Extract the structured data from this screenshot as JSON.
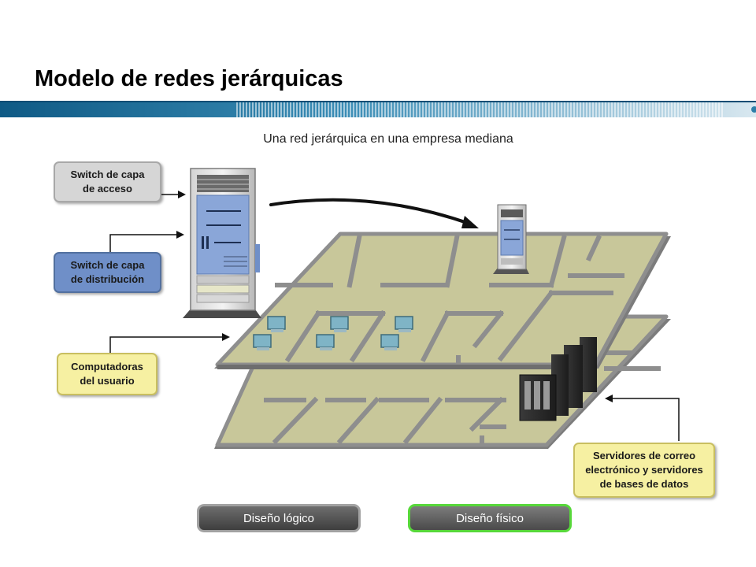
{
  "slide": {
    "title": "Modelo de redes jerárquicas"
  },
  "diagram": {
    "caption": "Una red jerárquica en una empresa mediana",
    "callouts": {
      "access_switch": "Switch de capa\nde acceso",
      "distribution_switch": "Switch de capa\nde distribución",
      "user_computers": "Computadoras\ndel usuario",
      "servers": "Servidores de correo\nelectrónico y servidores\nde bases de datos"
    }
  },
  "buttons": {
    "logical_design": "Diseño lógico",
    "physical_design": "Diseño físico"
  },
  "colors": {
    "title_band_blue": "#1f6f9a",
    "floor_fill": "#c8c79a",
    "wall_gray": "#8e8e8e",
    "access_callout": "#d6d6d6",
    "distribution_callout": "#6f8fc8",
    "yellow_callout": "#f6f0a2",
    "active_button_border": "#57d83a"
  },
  "icons": {
    "rack": "network-rack-icon",
    "pc": "desktop-computer-icon",
    "server": "server-cabinet-icon",
    "arrow": "pointer-arrow-icon"
  }
}
